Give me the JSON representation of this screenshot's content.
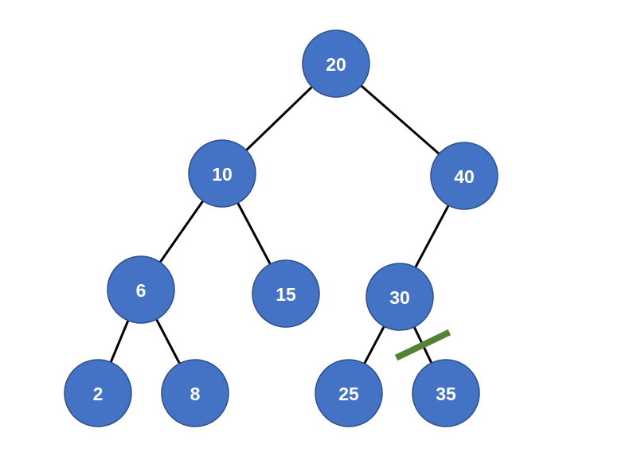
{
  "tree": {
    "colors": {
      "node_fill": "#4472C4",
      "node_stroke": "#2F4F8A",
      "edge": "#000000",
      "label": "#FFFFFF",
      "cut_mark": "#548235"
    },
    "nodes": [
      {
        "id": "n20",
        "label": "20"
      },
      {
        "id": "n10",
        "label": "10"
      },
      {
        "id": "n40",
        "label": "40"
      },
      {
        "id": "n6",
        "label": "6"
      },
      {
        "id": "n15",
        "label": "15"
      },
      {
        "id": "n30",
        "label": "30"
      },
      {
        "id": "n2",
        "label": "2"
      },
      {
        "id": "n8",
        "label": "8"
      },
      {
        "id": "n25",
        "label": "25"
      },
      {
        "id": "n35",
        "label": "35"
      }
    ],
    "edges": [
      {
        "from": "n20",
        "to": "n10",
        "cut": false
      },
      {
        "from": "n20",
        "to": "n40",
        "cut": false
      },
      {
        "from": "n10",
        "to": "n6",
        "cut": false
      },
      {
        "from": "n10",
        "to": "n15",
        "cut": false
      },
      {
        "from": "n40",
        "to": "n30",
        "cut": false
      },
      {
        "from": "n6",
        "to": "n2",
        "cut": false
      },
      {
        "from": "n6",
        "to": "n8",
        "cut": false
      },
      {
        "from": "n30",
        "to": "n25",
        "cut": false
      },
      {
        "from": "n30",
        "to": "n35",
        "cut": true
      }
    ]
  }
}
